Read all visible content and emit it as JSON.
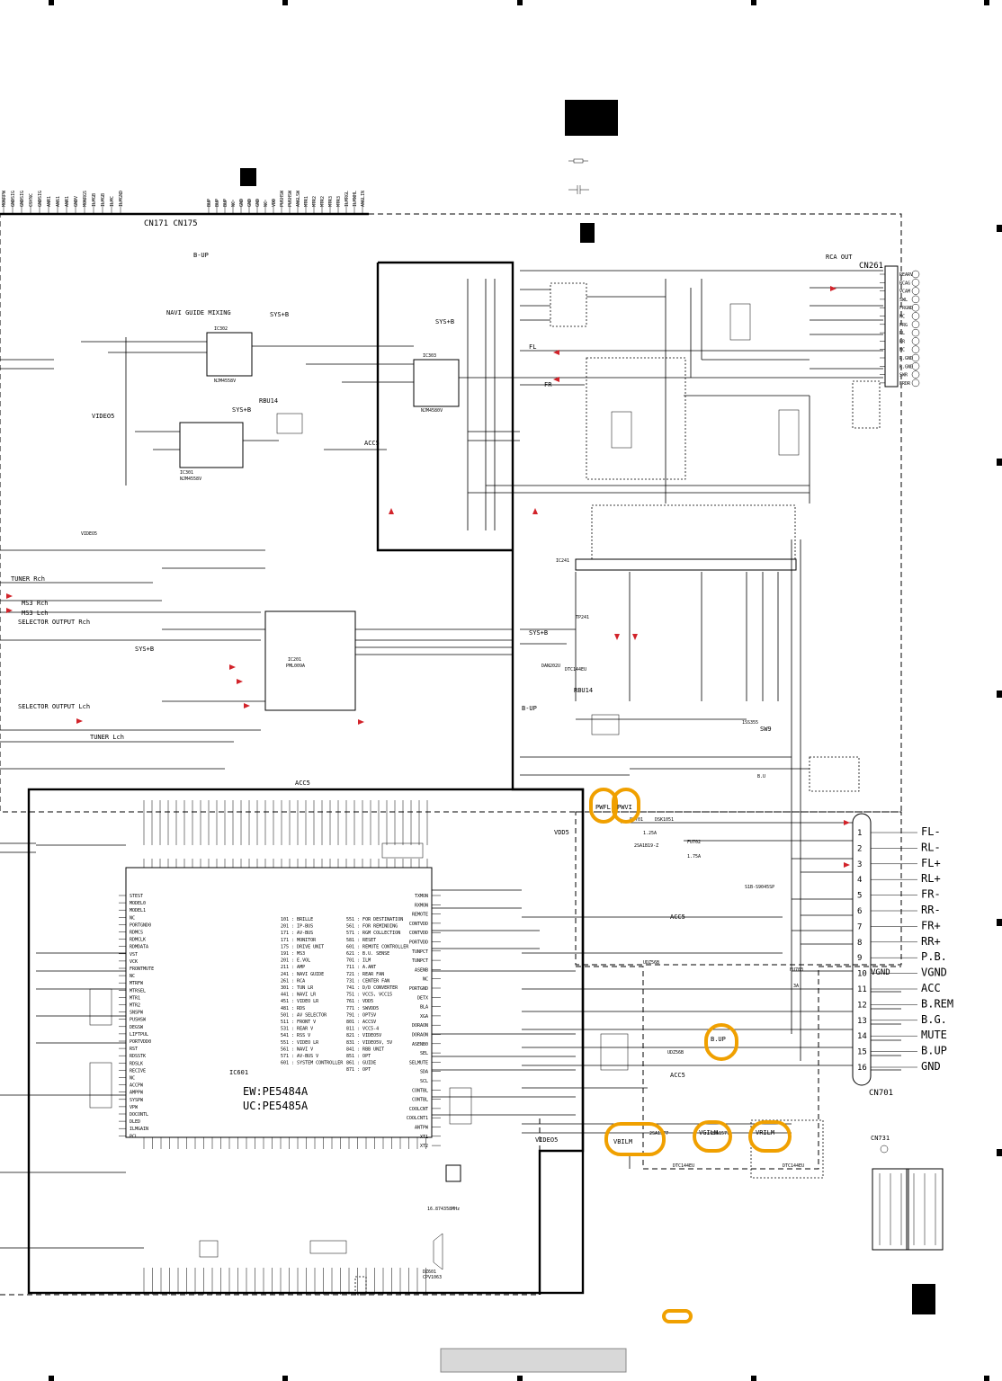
{
  "connectors": {
    "top": "CN171 CN175",
    "rca_title": "RCA OUT",
    "rca": "CN261",
    "main": "CN701",
    "antenna": "CN731"
  },
  "top_pins_left": [
    "MONRPW",
    "GNDSIG",
    "GNDSIG",
    "CSYNC",
    "GNDSIG",
    "ANR1",
    "ANS1",
    "ANR1",
    "GNDV",
    "MONRGS",
    "ILMGB",
    "ILMGB",
    "ILMC",
    "ILMGND"
  ],
  "top_pins_right": [
    "BUP",
    "BUP",
    "BUP",
    "NC",
    "GND",
    "GND",
    "GND",
    "NC",
    "VDD",
    "PUSHSW",
    "PUSHSW",
    "ANGLSW",
    "MTR1",
    "MTR2",
    "MTR2",
    "MTR3",
    "MTR3",
    "ILMRGL",
    "ILMWHL",
    "ANGLIN"
  ],
  "rca_pins": [
    "REARV",
    "RCAG",
    "VCAM",
    "SWL",
    "FRGND",
    "NC",
    "FRG",
    "RL",
    "RR",
    "NC",
    "R.GND",
    "R.GND",
    "SWR",
    "FRDR"
  ],
  "cn701_pins": [
    {
      "num": "1",
      "name": "FL-"
    },
    {
      "num": "2",
      "name": "RL-"
    },
    {
      "num": "3",
      "name": "FL+"
    },
    {
      "num": "4",
      "name": "RL+"
    },
    {
      "num": "5",
      "name": "FR-"
    },
    {
      "num": "6",
      "name": "RR-"
    },
    {
      "num": "7",
      "name": "FR+"
    },
    {
      "num": "8",
      "name": "RR+"
    },
    {
      "num": "9",
      "name": "P.B."
    },
    {
      "num": "10",
      "name": "VGND"
    },
    {
      "num": "11",
      "name": "ACC"
    },
    {
      "num": "12",
      "name": "B.REM"
    },
    {
      "num": "13",
      "name": "B.G."
    },
    {
      "num": "14",
      "name": "MUTE"
    },
    {
      "num": "15",
      "name": "B.UP"
    },
    {
      "num": "16",
      "name": "GND"
    }
  ],
  "section_labels": {
    "navi": "NAVI GUIDE MIXING",
    "video05a": "VIDEO5",
    "video05b": "VIDEO5",
    "video05c": "VIDEO5",
    "vdd05": "VDD5",
    "tuner_r": "TUNER Rch",
    "ms3_r": "MS3 Rch",
    "ms3_l": "MS3 Lch",
    "sel_out_r": "SELECTOR\nOUTPUT\nRch",
    "sel_out_l": "SELECTOR\nOUTPUT\nLch",
    "tuner_l": "TUNER Lch",
    "fl": "FL",
    "fr": "FR",
    "sysb1": "SYS+B",
    "sysb2": "SYS+B",
    "sysb3": "SYS+B",
    "sysb4": "SYS+B",
    "sysb5": "SYS+B",
    "acc5a": "ACC5",
    "acc5b": "ACC5",
    "acc5c": "ACC5",
    "acc5d": "ACC5",
    "rbu14a": "RBU14",
    "rbu14b": "RBU14",
    "bup": "B-UP",
    "bup2": "B.UP",
    "vgnd": "VGND",
    "sw9": "SW9",
    "bu": "B.U",
    "ic301": "IC301",
    "ic302": "IC302",
    "ic303": "IC303",
    "ic241": "IC241",
    "ic201": "IC201",
    "ic601": "IC601",
    "njm301": "NJM4558V",
    "njm302": "NJM4558V",
    "njm303": "NJM4580V",
    "pml": "PML009A"
  },
  "ic601_models": [
    "EW:PE5484A",
    "UC:PE5485A"
  ],
  "ic601_left_pins": [
    "STEST",
    "MODEL0",
    "MODEL1",
    "NC",
    "PORTGND0",
    "RDMCS",
    "RDMCLK",
    "RDMDATA",
    "VST",
    "VCK",
    "FRONTMUTE",
    "NC",
    "MTRFW",
    "MTRSEL",
    "MTR1",
    "MTR2",
    "SNSPW",
    "PUSHSW",
    "DEGSW",
    "LIFTPUL",
    "PORTVDD0",
    "RST",
    "RDSSTK",
    "RDSLK",
    "RECIVE",
    "NC",
    "ACCPW",
    "AMPPW",
    "SYSPW",
    "VPW",
    "DOCONTL",
    "DLED",
    "ILMGAIN",
    "PCL"
  ],
  "ic601_right_pins": [
    "TXMON",
    "RXMON",
    "REMOTE",
    "CONTVDD",
    "CONTVDD",
    "PORTVDD",
    "TUNPCT",
    "TUNPCT",
    "ASENB",
    "NC",
    "PORTGND",
    "DETX",
    "BLA",
    "XGA",
    "DORAON",
    "DORAON",
    "ASENB0",
    "SEL",
    "SELMUTE",
    "SDA",
    "SCL",
    "CONTBL",
    "CONTBL",
    "COOLCNT",
    "COOLCNT1",
    "ANTPW",
    "XT1",
    "XT2"
  ],
  "ic601_legend": [
    "101 : BRILLE",
    "201 : IP-BUS",
    "171 : AV-BUS",
    "171 : MONITOR",
    "175 : DRIVE UNIT",
    "191 : MS3",
    "201 : E.VOL",
    "211 : AMP",
    "241 : NAVI GUIDE",
    "261 : RCA",
    "301 : TUN LR",
    "441 : NAVI LR",
    "451 : VIDEO LR",
    "481 : RDS",
    "501 : AV SELECTOR",
    "511 : FRONT V",
    "531 : REAR V",
    "541 : RSS V",
    "551 : VIDEO LR",
    "561 : NAVI V",
    "571 : AV-BUS V",
    "601 : SYSTEM CONTROLLER"
  ],
  "ic601_legend2": [
    "551 : FOR DESTINATION",
    "561 : FOR REMINDING",
    "571 : RGM COLLECTION",
    "581 : RESET",
    "601 : REMOTE CONTROLLER",
    "621 : B.U. SENSE",
    "701 : ILM",
    "711 : A.ANT",
    "721 : REAR FAN",
    "731 : CENTER FAN",
    "741 : D/D CONVERTER",
    "751 : VCC5, VCC15",
    "761 : VDD5",
    "771 : SWVDD5",
    "791 : OPTSV",
    "801 : ACCSV",
    "811 : VCC5-4",
    "821 : VIDEO5V",
    "831 : VIDEO5V, 5V",
    "841 : RBB UNIT",
    "851 : OPT",
    "861 : GUIDE",
    "871 : OPT"
  ],
  "highlights": [
    "PWFL",
    "PWVI",
    "B.UP",
    "VBILM",
    "VGILM",
    "VRILM"
  ],
  "transistors": {
    "pwr": "DSK1051",
    "fu701": "FU701",
    "fu702": "FU702",
    "fu703": "FU703",
    "d701": "2SA1B19-Z",
    "d704": "UDZ56B",
    "d705": "UDZ56B",
    "q752": "2SA1577",
    "q753": "2SA1577",
    "q762": "DTC144EU",
    "q754": "DTC144EU",
    "xtal": "16.874358MHz",
    "buzzer": "DZ601",
    "buzzer2": "CPV1063"
  },
  "misc": {
    "fu701v": "1.25A",
    "fu702v": "1.75A",
    "fu703v": "3A",
    "res_line": "S1B-S9045SP",
    "tp241": "TP241",
    "dtc": "DTC144EU",
    "dan": "DAN202U",
    "sw": "1SS355"
  }
}
